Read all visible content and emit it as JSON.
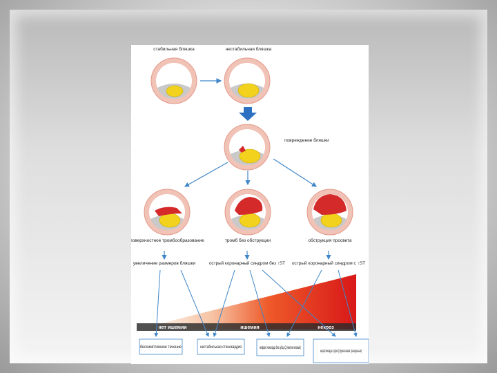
{
  "stages": {
    "stable": "стабильная бляшка",
    "unstable": "нестабильная бляшка",
    "damaged": "повреждение бляшки",
    "surface_thrombus": "поверхностное тромбообразование",
    "thrombus_no_obstruction": "тромб без обструкции",
    "obstructive_thrombus": "обструкция просвета"
  },
  "outcomes": {
    "plaque_growth": "увеличение размеров бляшки",
    "acs_no_st": "острый коронарный синдром без ↑ST",
    "acs_st": "острый коронарный синдром с ↑ST"
  },
  "zones": {
    "no_ischemia": "нет ишемии",
    "ischemia": "ишемия",
    "necrosis": "некроз"
  },
  "results": {
    "asymptomatic": "бессимптомное течение",
    "unstable_angina": "нестабильная стенокардия",
    "mi_no_q": "инфаркт миокарда без зубца Q (мелкоочаговый)",
    "mi_q": "инфаркт миокарда с зубцом Q (крупноочаговый, трансмуральный)"
  },
  "colors": {
    "arrow": "#3f86c8",
    "thrombus": "#d42a2a",
    "plaque": "#f2d21c",
    "vessel": "#f1c2b6"
  }
}
